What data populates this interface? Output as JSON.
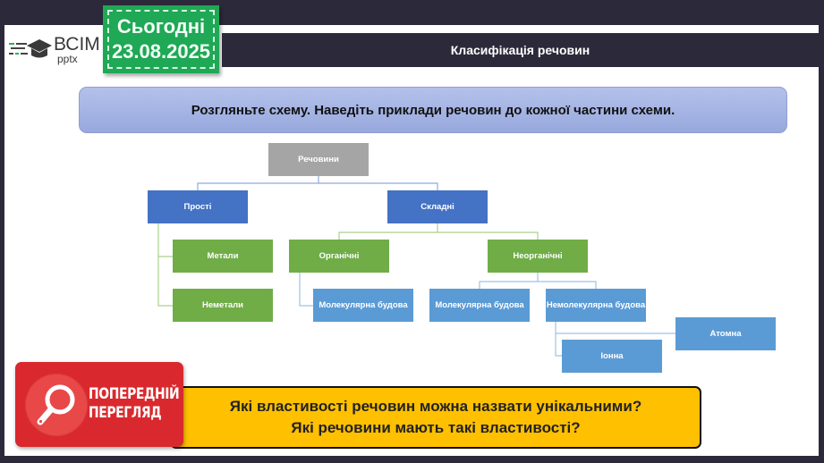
{
  "logo": {
    "brand": "ВСІМ",
    "sub": "pptx"
  },
  "date_badge": {
    "label": "Сьогодні",
    "date": "23.08.2025"
  },
  "header": {
    "title": "Класифікація речовин"
  },
  "instruction": {
    "text": "Розгляньте схему. Наведіть приклади речовин до кожної частини схеми."
  },
  "diagram": {
    "root": "Речовини",
    "simple": "Прості",
    "complex": "Складні",
    "metals": "Метали",
    "nonmetals": "Неметали",
    "organic": "Органічні",
    "inorganic": "Неорганічні",
    "organic_molecular": "Молекулярна будова",
    "inorganic_molecular": "Молекулярна будова",
    "nonmolecular": "Немолекулярна будова",
    "ionic": "Іонна",
    "atomic": "Атомна",
    "colors": {
      "root": "#a5a5a5",
      "level1": "#4472c4",
      "level2": "#70ad47",
      "level3": "#5b9bd5"
    }
  },
  "preview_badge": {
    "line1": "ПОПЕРЕДНІЙ",
    "line2": "ПЕРЕГЛЯД",
    "icon": "magnifier-icon"
  },
  "question": {
    "line1": "Які властивості речовин можна назвати унікальними?",
    "line2": "Які речовини мають такі властивості?"
  }
}
